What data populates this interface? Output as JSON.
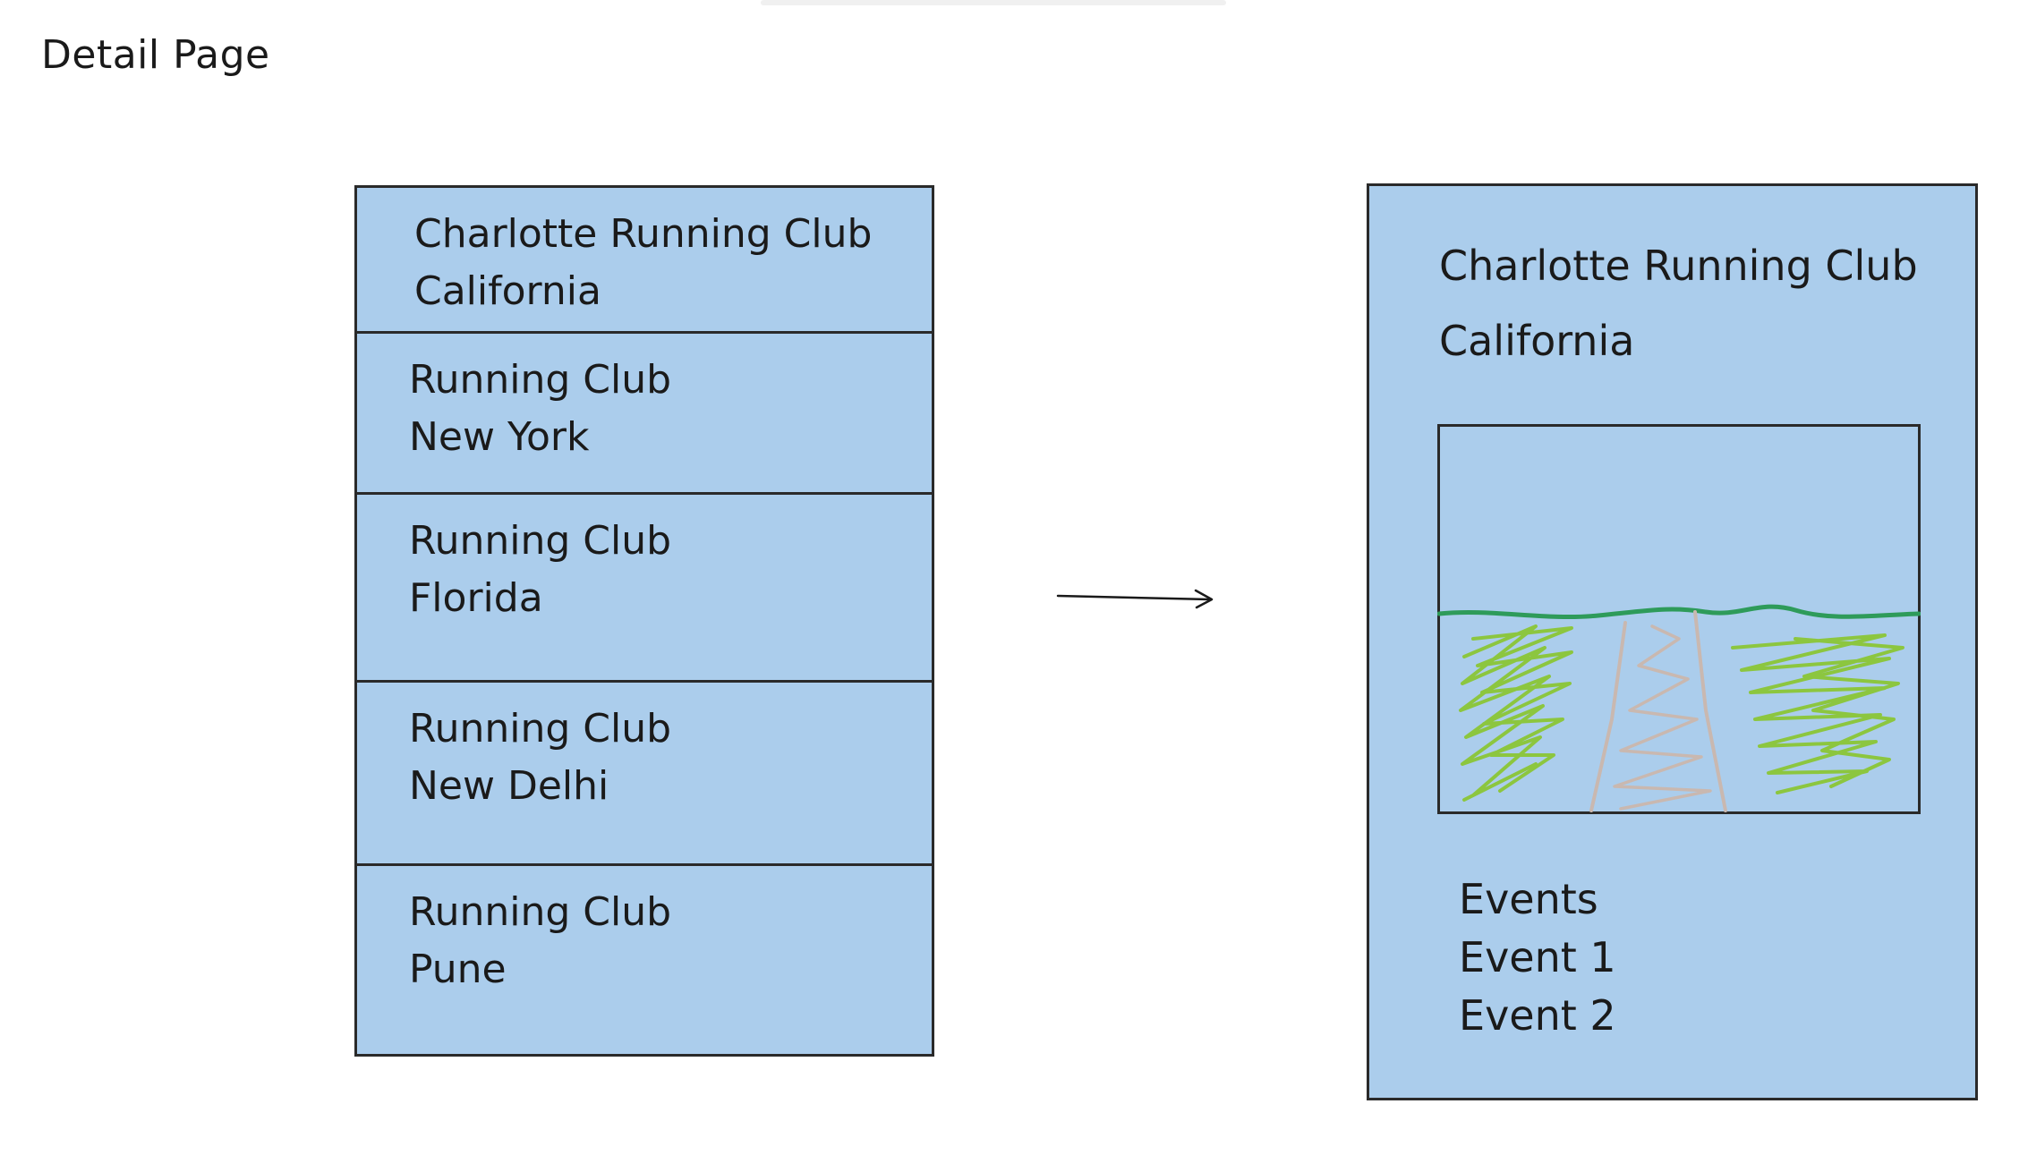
{
  "page": {
    "title": "Detail Page"
  },
  "list": {
    "items": [
      {
        "name": "Charlotte Running Club",
        "location": "California"
      },
      {
        "name": "Running Club",
        "location": "New York"
      },
      {
        "name": "Running Club",
        "location": "Florida"
      },
      {
        "name": "Running Club",
        "location": "New Delhi"
      },
      {
        "name": "Running Club",
        "location": "Pune"
      }
    ]
  },
  "detail": {
    "name": "Charlotte Running Club",
    "location": "California",
    "events_heading": "Events",
    "events": [
      "Event 1",
      "Event 2"
    ]
  },
  "colors": {
    "card_fill": "#abcdec",
    "outline": "#2a2a2a",
    "grass": "#8cc63f",
    "horizon": "#2e9b5a",
    "path": "#c9b8b0"
  },
  "icons": {
    "arrow": "right-arrow-icon"
  }
}
